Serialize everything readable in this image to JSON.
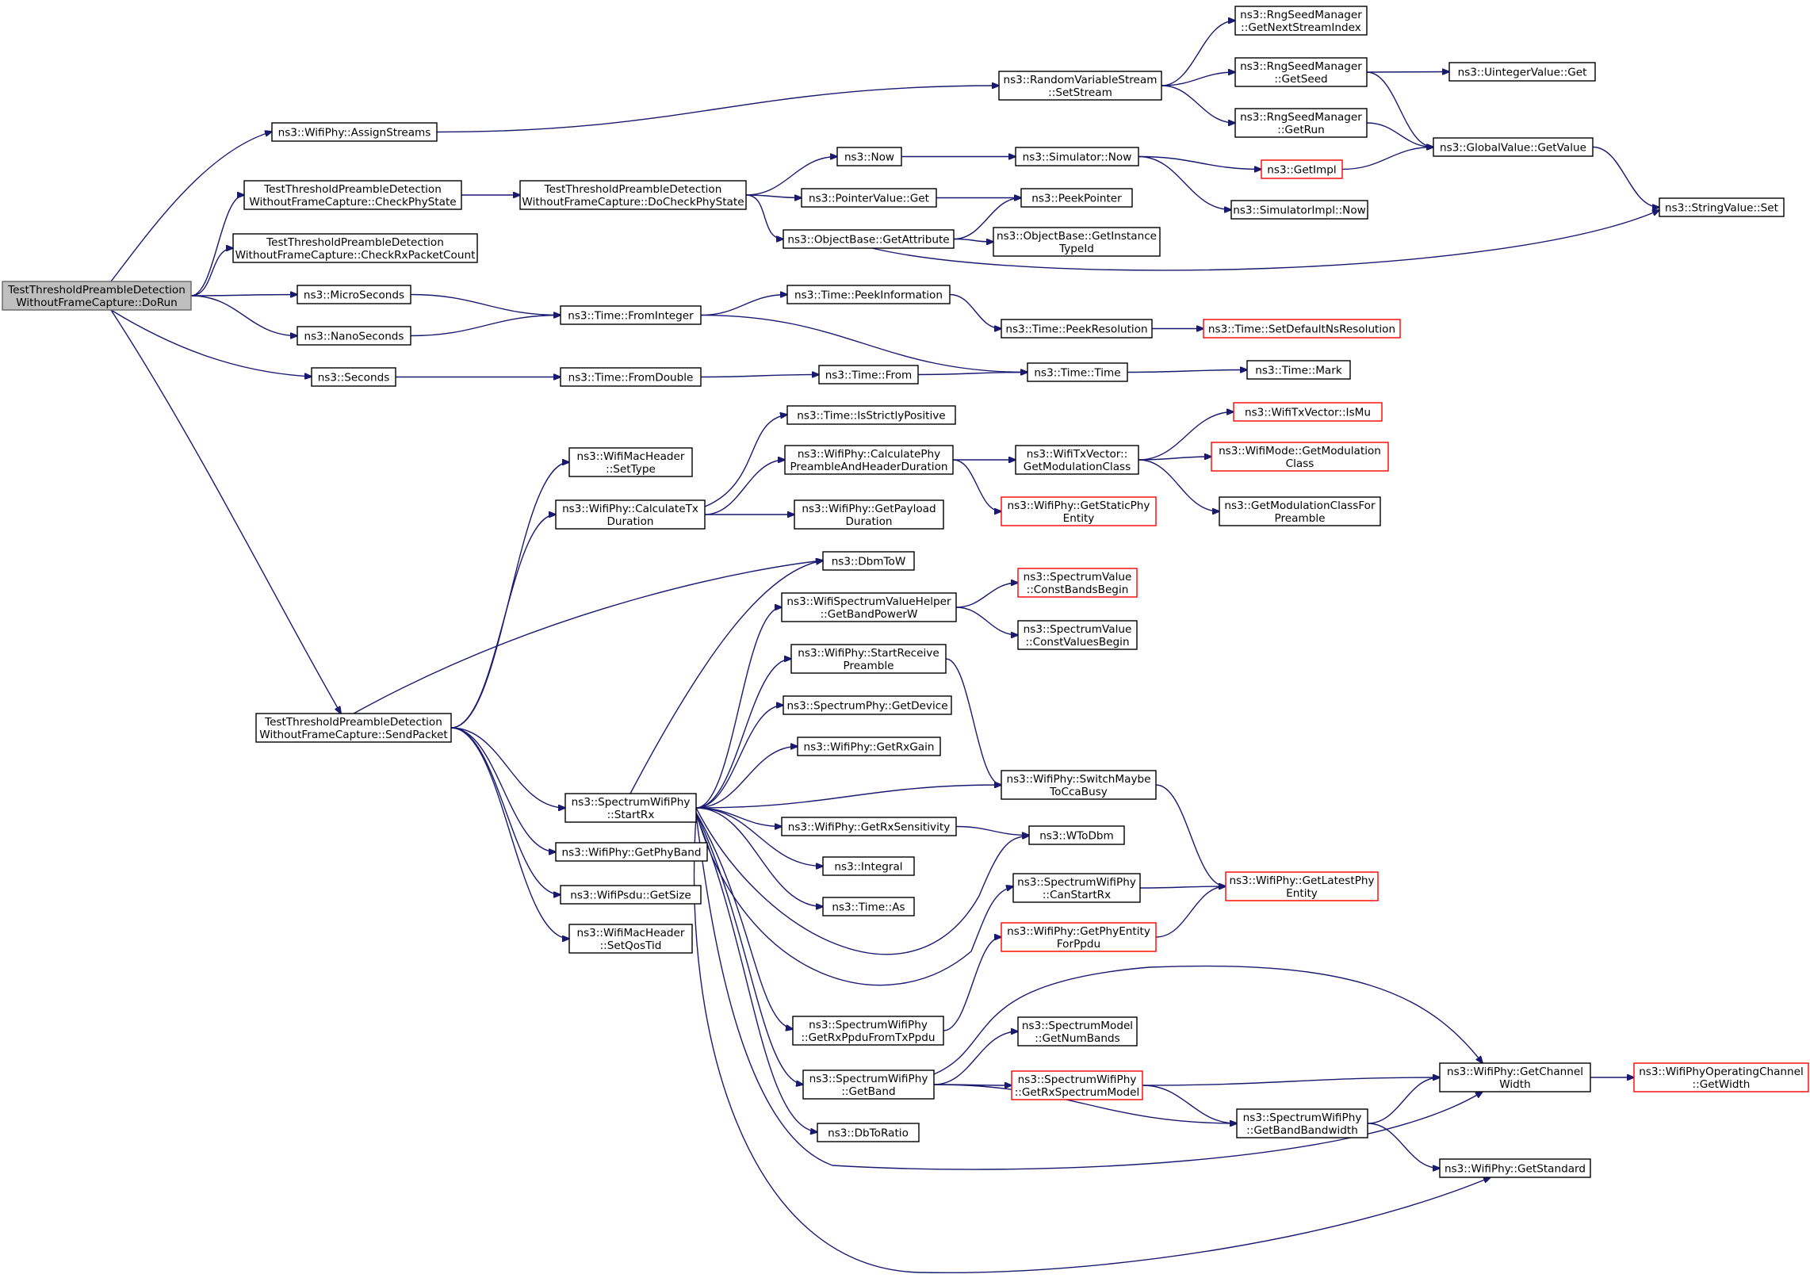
{
  "graph": {
    "nodes": [
      {
        "id": "DoRun",
        "lines": [
          "TestThresholdPreambleDetection",
          "WithoutFrameCapture::DoRun"
        ],
        "root": true
      },
      {
        "id": "AssignStreams",
        "lines": [
          "ns3::WifiPhy::AssignStreams"
        ]
      },
      {
        "id": "CheckPhyState",
        "lines": [
          "TestThresholdPreambleDetection",
          "WithoutFrameCapture::CheckPhyState"
        ]
      },
      {
        "id": "CheckRxPacketCount",
        "lines": [
          "TestThresholdPreambleDetection",
          "WithoutFrameCapture::CheckRxPacketCount"
        ]
      },
      {
        "id": "MicroSeconds",
        "lines": [
          "ns3::MicroSeconds"
        ]
      },
      {
        "id": "NanoSeconds",
        "lines": [
          "ns3::NanoSeconds"
        ]
      },
      {
        "id": "Seconds",
        "lines": [
          "ns3::Seconds"
        ]
      },
      {
        "id": "SendPacket",
        "lines": [
          "TestThresholdPreambleDetection",
          "WithoutFrameCapture::SendPacket"
        ]
      },
      {
        "id": "SetStream",
        "lines": [
          "ns3::RandomVariableStream",
          "::SetStream"
        ]
      },
      {
        "id": "DoCheckPhyState",
        "lines": [
          "TestThresholdPreambleDetection",
          "WithoutFrameCapture::DoCheckPhyState"
        ]
      },
      {
        "id": "FromInteger",
        "lines": [
          "ns3::Time::FromInteger"
        ]
      },
      {
        "id": "FromDouble",
        "lines": [
          "ns3::Time::FromDouble"
        ]
      },
      {
        "id": "SetType",
        "lines": [
          "ns3::WifiMacHeader",
          "::SetType"
        ]
      },
      {
        "id": "CalcTxDur",
        "lines": [
          "ns3::WifiPhy::CalculateTx",
          "Duration"
        ]
      },
      {
        "id": "StartRx",
        "lines": [
          "ns3::SpectrumWifiPhy",
          "::StartRx"
        ]
      },
      {
        "id": "GetPhyBand",
        "lines": [
          "ns3::WifiPhy::GetPhyBand"
        ]
      },
      {
        "id": "PsduGetSize",
        "lines": [
          "ns3::WifiPsdu::GetSize"
        ]
      },
      {
        "id": "SetQosTid",
        "lines": [
          "ns3::WifiMacHeader",
          "::SetQosTid"
        ]
      },
      {
        "id": "GetNextStreamIndex",
        "lines": [
          "ns3::RngSeedManager",
          "::GetNextStreamIndex"
        ]
      },
      {
        "id": "GetSeed",
        "lines": [
          "ns3::RngSeedManager",
          "::GetSeed"
        ]
      },
      {
        "id": "GetRun",
        "lines": [
          "ns3::RngSeedManager",
          "::GetRun"
        ]
      },
      {
        "id": "Now",
        "lines": [
          "ns3::Now"
        ]
      },
      {
        "id": "PointerValueGet",
        "lines": [
          "ns3::PointerValue::Get"
        ]
      },
      {
        "id": "GetAttribute",
        "lines": [
          "ns3::ObjectBase::GetAttribute"
        ]
      },
      {
        "id": "PeekInformation",
        "lines": [
          "ns3::Time::PeekInformation"
        ]
      },
      {
        "id": "TimeFrom",
        "lines": [
          "ns3::Time::From"
        ]
      },
      {
        "id": "IsStrictlyPositive",
        "lines": [
          "ns3::Time::IsStrictlyPositive"
        ]
      },
      {
        "id": "CalcPreamble",
        "lines": [
          "ns3::WifiPhy::CalculatePhy",
          "PreambleAndHeaderDuration"
        ]
      },
      {
        "id": "GetPayloadDur",
        "lines": [
          "ns3::WifiPhy::GetPayload",
          "Duration"
        ]
      },
      {
        "id": "DbmToW",
        "lines": [
          "ns3::DbmToW"
        ]
      },
      {
        "id": "GetBandPowerW",
        "lines": [
          "ns3::WifiSpectrumValueHelper",
          "::GetBandPowerW"
        ]
      },
      {
        "id": "StartReceivePreamble",
        "lines": [
          "ns3::WifiPhy::StartReceive",
          "Preamble"
        ]
      },
      {
        "id": "GetDevice",
        "lines": [
          "ns3::SpectrumPhy::GetDevice"
        ]
      },
      {
        "id": "GetRxGain",
        "lines": [
          "ns3::WifiPhy::GetRxGain"
        ]
      },
      {
        "id": "GetRxSensitivity",
        "lines": [
          "ns3::WifiPhy::GetRxSensitivity"
        ]
      },
      {
        "id": "Integral",
        "lines": [
          "ns3::Integral"
        ]
      },
      {
        "id": "TimeAs",
        "lines": [
          "ns3::Time::As"
        ]
      },
      {
        "id": "GetRxPpdu",
        "lines": [
          "ns3::SpectrumWifiPhy",
          "::GetRxPpduFromTxPpdu"
        ]
      },
      {
        "id": "GetBand",
        "lines": [
          "ns3::SpectrumWifiPhy",
          "::GetBand"
        ]
      },
      {
        "id": "DbToRatio",
        "lines": [
          "ns3::DbToRatio"
        ]
      },
      {
        "id": "SimNow",
        "lines": [
          "ns3::Simulator::Now"
        ]
      },
      {
        "id": "PeekPointer",
        "lines": [
          "ns3::PeekPointer"
        ]
      },
      {
        "id": "GetInstanceTypeId",
        "lines": [
          "ns3::ObjectBase::GetInstance",
          "TypeId"
        ]
      },
      {
        "id": "PeekResolution",
        "lines": [
          "ns3::Time::PeekResolution"
        ]
      },
      {
        "id": "TimeTime",
        "lines": [
          "ns3::Time::Time"
        ]
      },
      {
        "id": "GetModClass",
        "lines": [
          "ns3::WifiTxVector::",
          "GetModulationClass"
        ]
      },
      {
        "id": "GetStaticPhyEntity",
        "lines": [
          "ns3::WifiPhy::GetStaticPhy",
          "Entity"
        ],
        "truncated": true
      },
      {
        "id": "ConstBandsBegin",
        "lines": [
          "ns3::SpectrumValue",
          "::ConstBandsBegin"
        ],
        "truncated": true
      },
      {
        "id": "ConstValuesBegin",
        "lines": [
          "ns3::SpectrumValue",
          "::ConstValuesBegin"
        ]
      },
      {
        "id": "SwitchMaybe",
        "lines": [
          "ns3::WifiPhy::SwitchMaybe",
          "ToCcaBusy"
        ]
      },
      {
        "id": "WToDbm",
        "lines": [
          "ns3::WToDbm"
        ]
      },
      {
        "id": "CanStartRx",
        "lines": [
          "ns3::SpectrumWifiPhy",
          "::CanStartRx"
        ]
      },
      {
        "id": "GetPhyEntityForPpdu",
        "lines": [
          "ns3::WifiPhy::GetPhyEntity",
          "ForPpdu"
        ],
        "truncated": true
      },
      {
        "id": "GetNumBands",
        "lines": [
          "ns3::SpectrumModel",
          "::GetNumBands"
        ]
      },
      {
        "id": "GetRxSpectrumModel",
        "lines": [
          "ns3::SpectrumWifiPhy",
          "::GetRxSpectrumModel"
        ],
        "truncated": true
      },
      {
        "id": "GetImpl",
        "lines": [
          "ns3::GetImpl"
        ],
        "truncated": true
      },
      {
        "id": "SimImplNow",
        "lines": [
          "ns3::SimulatorImpl::Now"
        ]
      },
      {
        "id": "SetDefaultNsRes",
        "lines": [
          "ns3::Time::SetDefaultNsResolution"
        ],
        "truncated": true
      },
      {
        "id": "Mark",
        "lines": [
          "ns3::Time::Mark"
        ]
      },
      {
        "id": "IsMu",
        "lines": [
          "ns3::WifiTxVector::IsMu"
        ],
        "truncated": true
      },
      {
        "id": "ModeGetModClass",
        "lines": [
          "ns3::WifiMode::GetModulation",
          "Class"
        ],
        "truncated": true
      },
      {
        "id": "GetModClassForPreamble",
        "lines": [
          "ns3::GetModulationClassFor",
          "Preamble"
        ]
      },
      {
        "id": "GetLatestPhyEntity",
        "lines": [
          "ns3::WifiPhy::GetLatestPhy",
          "Entity"
        ],
        "truncated": true
      },
      {
        "id": "GetBandBandwidth",
        "lines": [
          "ns3::SpectrumWifiPhy",
          "::GetBandBandwidth"
        ]
      },
      {
        "id": "UintegerGet",
        "lines": [
          "ns3::UintegerValue::Get"
        ]
      },
      {
        "id": "GlobalGetValue",
        "lines": [
          "ns3::GlobalValue::GetValue"
        ]
      },
      {
        "id": "StringSet",
        "lines": [
          "ns3::StringValue::Set"
        ]
      },
      {
        "id": "GetChannelWidth",
        "lines": [
          "ns3::WifiPhy::GetChannel",
          "Width"
        ]
      },
      {
        "id": "GetStandard",
        "lines": [
          "ns3::WifiPhy::GetStandard"
        ]
      },
      {
        "id": "OpChGetWidth",
        "lines": [
          "ns3::WifiPhyOperatingChannel",
          "::GetWidth"
        ],
        "truncated": true
      }
    ]
  }
}
